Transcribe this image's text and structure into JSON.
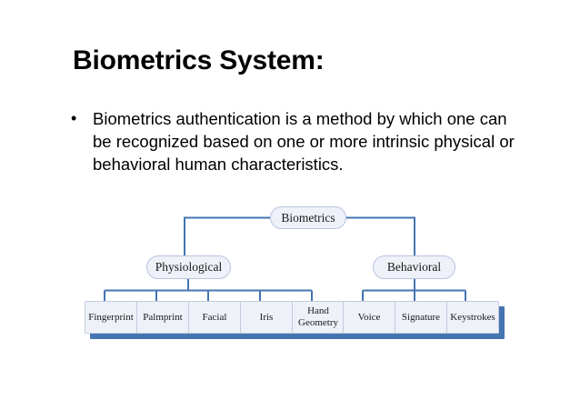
{
  "slide": {
    "title": "Biometrics System:",
    "bullet_marker": "•",
    "bullet_text": "Biometrics authentication is a method by which one can be recognized based on one or more intrinsic physical or behavioral human characteristics."
  },
  "colors": {
    "connector_blue": "#4574b2",
    "shadow_blue": "#4574b2",
    "node_fill": "#eef1f8",
    "node_border": "#b8c4de",
    "text_black": "#000000"
  },
  "diagram": {
    "type": "tree",
    "root": {
      "label": "Biometrics"
    },
    "branches": [
      {
        "label": "Physiological",
        "children": [
          {
            "label": "Fingerprint"
          },
          {
            "label": "Palmprint"
          },
          {
            "label": "Facial"
          },
          {
            "label": "Iris"
          },
          {
            "label": "Hand Geometry",
            "line1": "Hand",
            "line2": "Geometry"
          }
        ]
      },
      {
        "label": "Behavioral",
        "children": [
          {
            "label": "Voice"
          },
          {
            "label": "Signature"
          },
          {
            "label": "Keystrokes"
          }
        ]
      }
    ]
  }
}
